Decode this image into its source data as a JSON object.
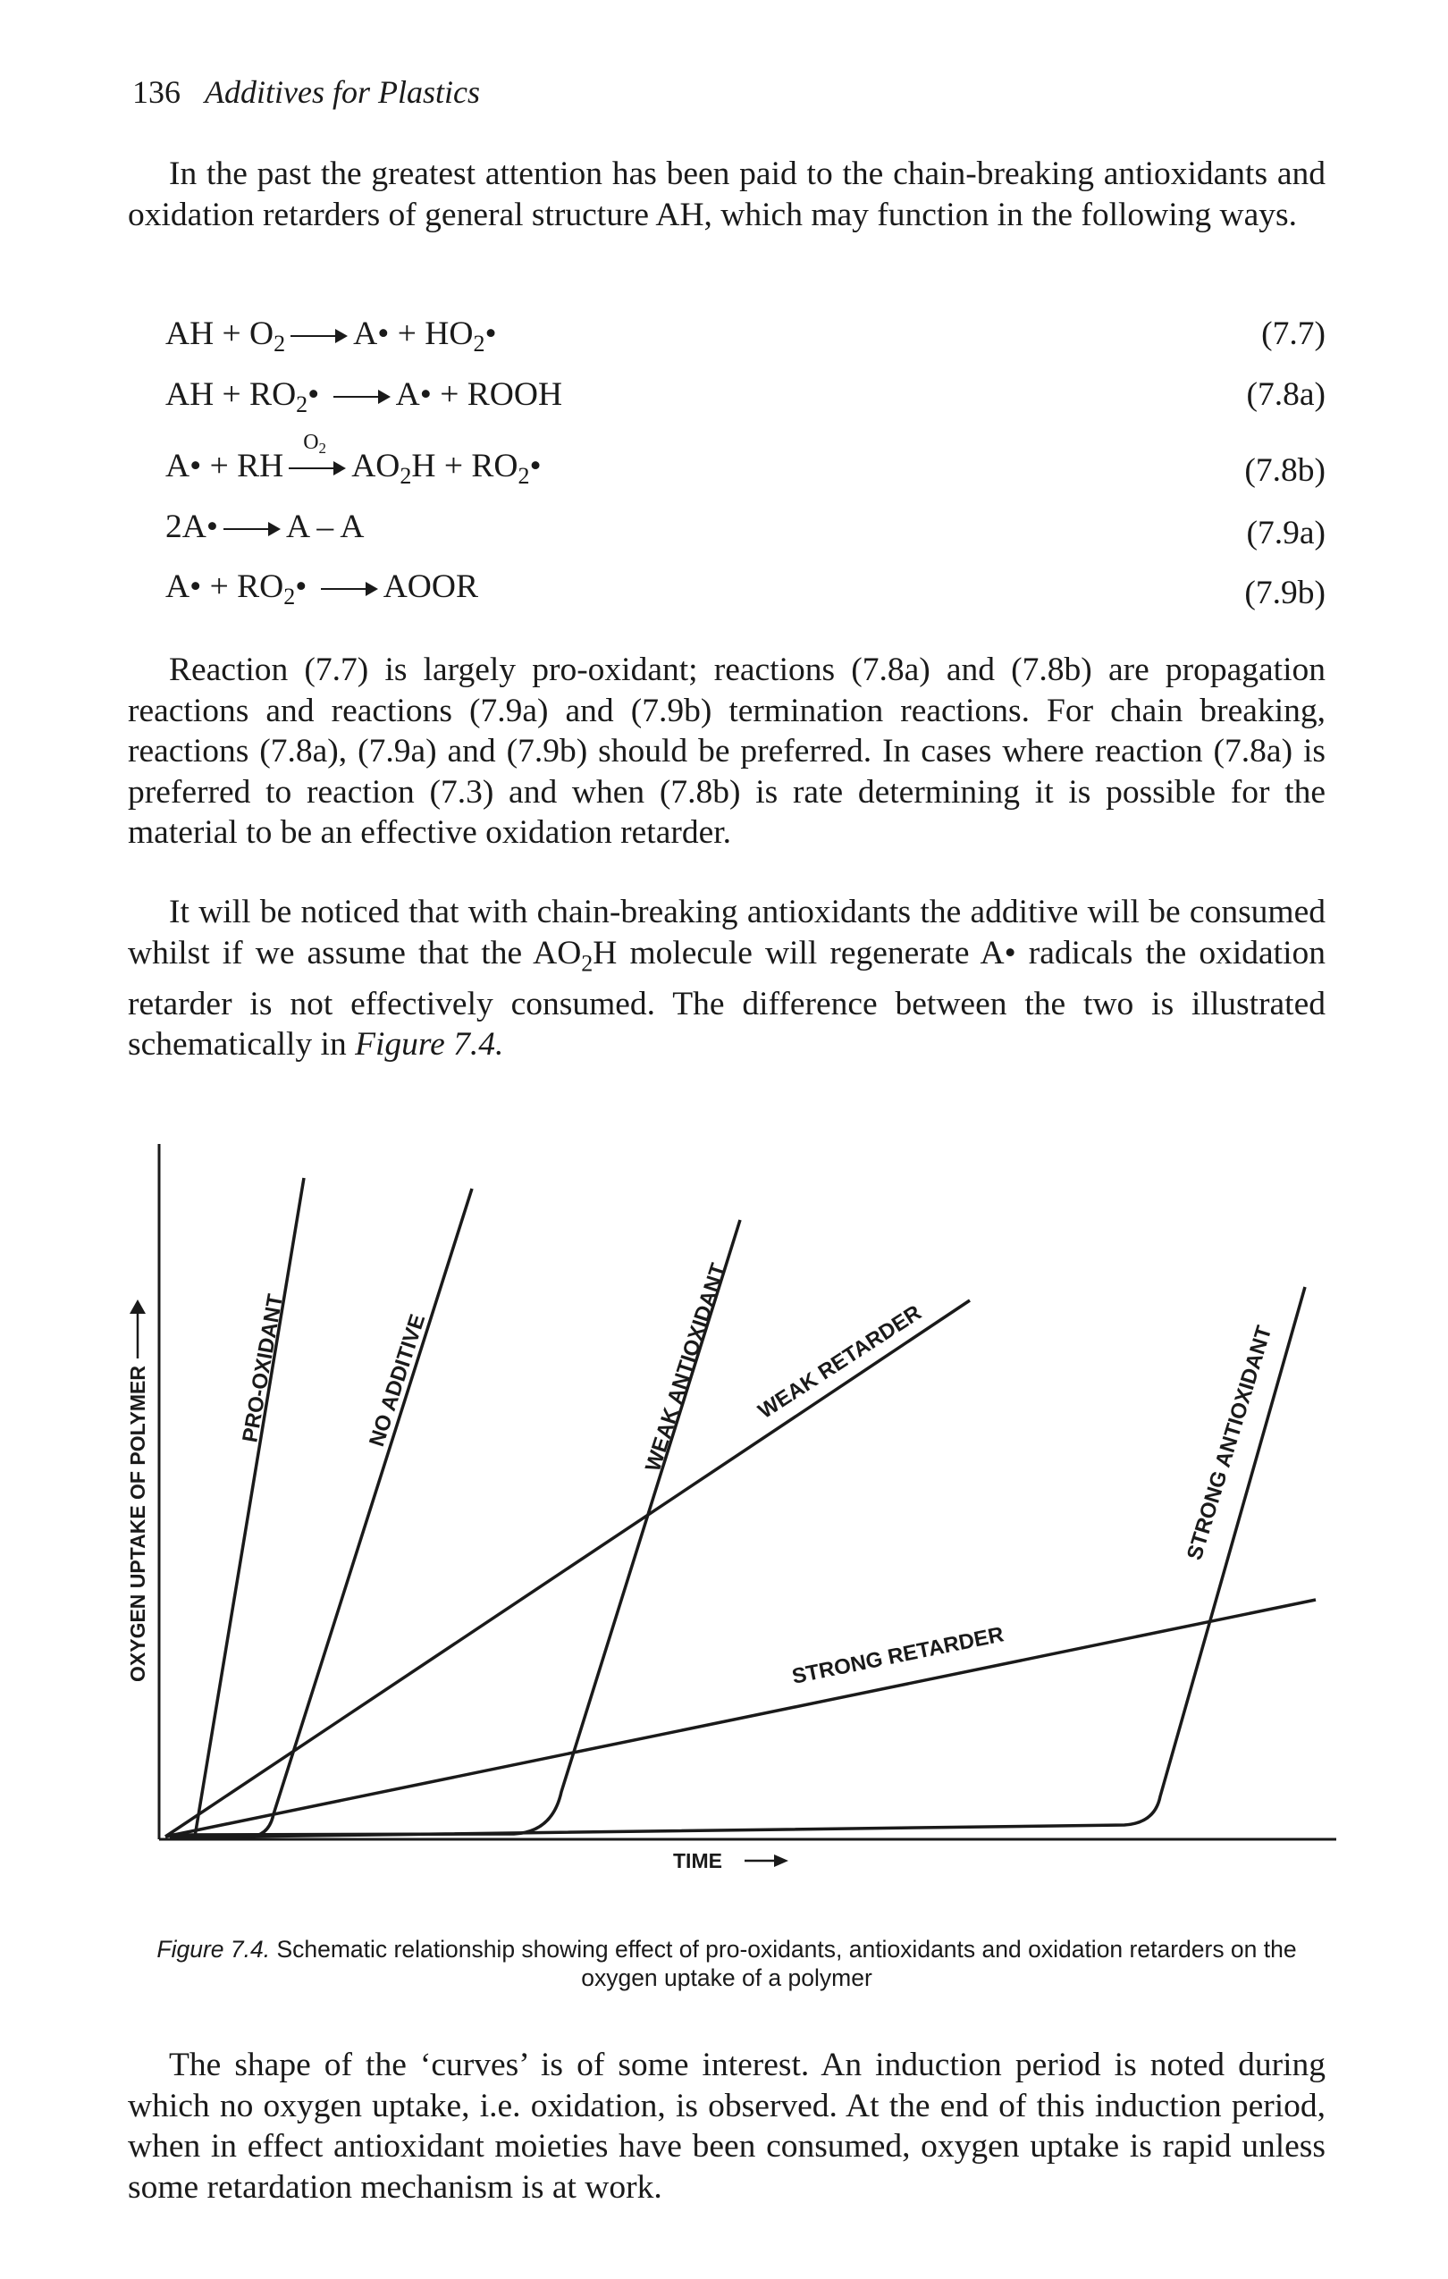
{
  "header": {
    "page_number": "136",
    "running_title": "Additives for Plastics"
  },
  "intro_paragraph": "In the past the greatest attention has been paid to the chain-breaking antioxidants and oxidation retarders of general structure AH, which may function in the following ways.",
  "equations": [
    {
      "number": "(7.7)"
    },
    {
      "number": "(7.8a)"
    },
    {
      "number": "(7.8b)"
    },
    {
      "number": "(7.9a)"
    },
    {
      "number": "(7.9b)"
    }
  ],
  "paragraph_2": "Reaction (7.7) is largely pro-oxidant; reactions (7.8a) and (7.8b) are propagation reactions and reactions (7.9a) and (7.9b) termination reactions. For chain breaking, reactions (7.8a), (7.9a) and (7.9b) should be preferred. In cases where reaction (7.8a) is preferred to reaction (7.3) and when (7.8b) is rate determining it is possible for the material to be an effective oxidation retarder.",
  "paragraph_3": {
    "part1": "It will be noticed that with chain-breaking antioxidants the additive will be consumed whilst if we assume that the AO",
    "sub": "2",
    "part2": "H molecule will regenerate A• radicals the oxidation retarder is not effectively consumed. The difference between the two is illustrated schematically in ",
    "figref": "Figure 7.4."
  },
  "figure": {
    "y_axis_label": "OXYGEN UPTAKE OF POLYMER",
    "x_axis_label": "TIME",
    "curve_labels": {
      "pro_oxidant": "PRO-OXIDANT",
      "no_additive": "NO ADDITIVE",
      "weak_antioxidant": "WEAK ANTIOXIDANT",
      "weak_retarder": "WEAK RETARDER",
      "strong_antioxidant": "STRONG ANTIOXIDANT",
      "strong_retarder": "STRONG RETARDER"
    }
  },
  "caption": {
    "label": "Figure 7.4.",
    "text": "Schematic relationship showing effect of pro-oxidants, antioxidants and oxidation retarders on the oxygen uptake of a polymer"
  },
  "final_paragraph": "The shape of the ‘curves’ is of some interest. An induction period is noted during which no oxygen uptake, i.e. oxidation, is observed. At the end of this induction period, when in effect antioxidant moieties have been consumed, oxygen uptake is rapid unless some retardation mechanism is at work."
}
